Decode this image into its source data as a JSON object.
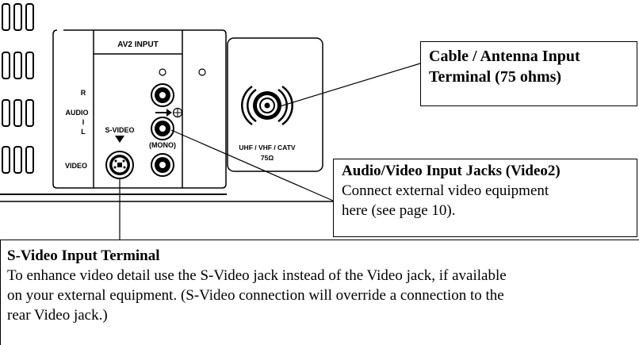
{
  "panel": {
    "av2_header": "AV2 INPUT",
    "label_r": "R",
    "label_audio": "AUDIO",
    "label_i": "I",
    "label_l": "L",
    "label_svideo": "S-VIDEO",
    "label_mono": "(MONO)",
    "label_video": "VIDEO",
    "uhf_label": "UHF / VHF / CATV",
    "ohm_label": "75Ω"
  },
  "callouts": {
    "antenna": {
      "title_line1": "Cable / Antenna Input",
      "title_line2": "Terminal (75 ohms)"
    },
    "av": {
      "title": "Audio/Video Input Jacks (Video2)",
      "line1": "Connect external video equipment",
      "line2": "here (see page 10)."
    },
    "svideo": {
      "title": "S-Video Input Terminal",
      "line1": "To enhance video detail use the S-Video jack instead of the Video jack, if available",
      "line2": "on your external equipment. (S-Video connection will override a connection to the",
      "line3": "rear Video jack.)"
    }
  },
  "icons": [
    "vent-slots-icon",
    "rca-jack-icon",
    "svideo-jack-icon",
    "coax-terminal-icon",
    "ground-symbol-icon",
    "arrow-icon"
  ]
}
